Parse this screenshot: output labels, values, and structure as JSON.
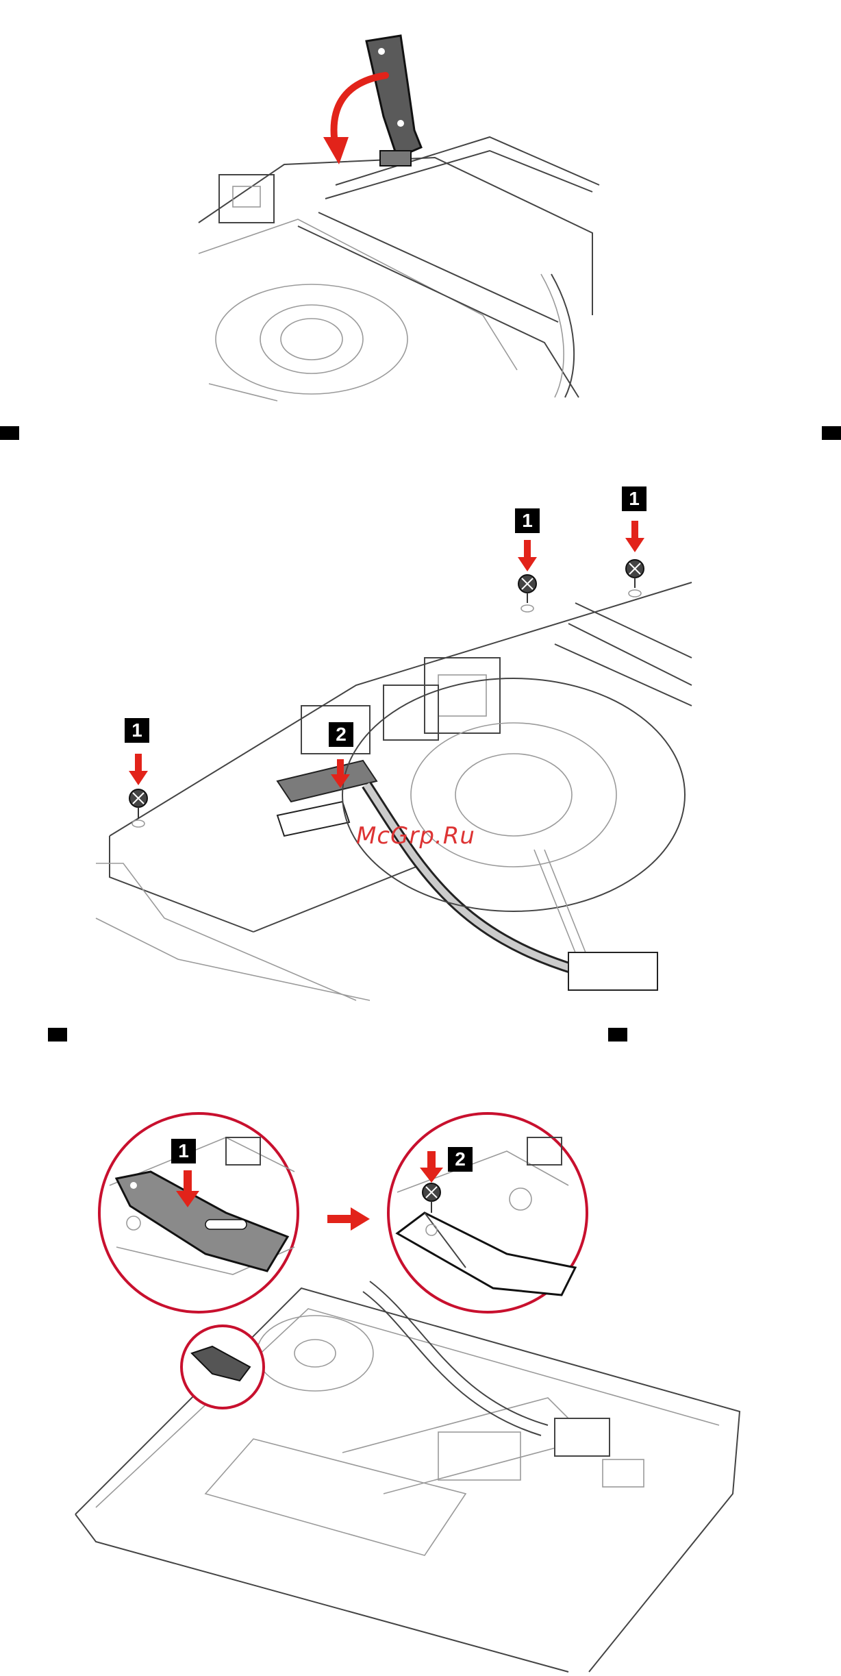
{
  "step_markers": [
    {
      "side": "left"
    },
    {
      "side": "right"
    },
    {
      "side": "left"
    },
    {
      "side": "right"
    }
  ],
  "figure2": {
    "callouts": [
      {
        "label": "1"
      },
      {
        "label": "1"
      },
      {
        "label": "1"
      },
      {
        "label": "2"
      }
    ],
    "watermark": "McGrp.Ru"
  },
  "figure3": {
    "callouts": [
      {
        "label": "1"
      },
      {
        "label": "2"
      }
    ]
  },
  "colors": {
    "accent_red": "#e2231a",
    "line": "#444444",
    "marker": "#000000"
  }
}
